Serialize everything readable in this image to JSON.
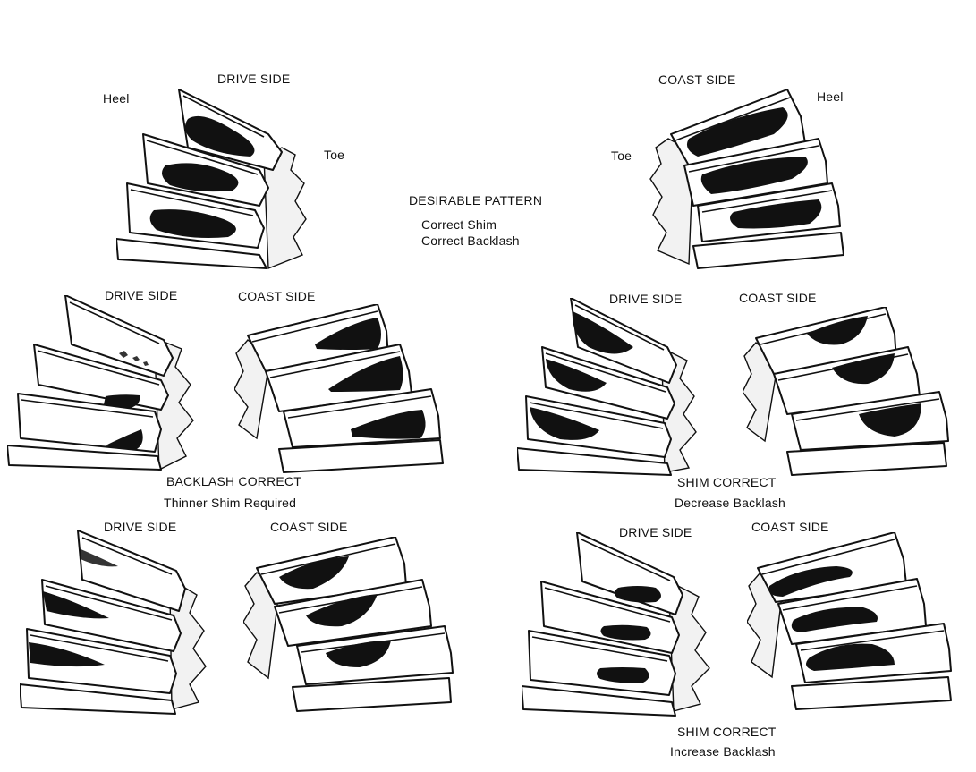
{
  "desirable": {
    "drive_title": "DRIVE SIDE",
    "coast_title": "COAST SIDE",
    "heel_left": "Heel",
    "toe_left": "Toe",
    "toe_right": "Toe",
    "heel_right": "Heel",
    "caption_title": "DESIRABLE PATTERN",
    "caption_line1": "Correct Shim",
    "caption_line2": "Correct Backlash"
  },
  "panel_backlash_correct": {
    "drive_title": "DRIVE SIDE",
    "coast_title": "COAST SIDE",
    "caption_title": "BACKLASH CORRECT",
    "caption_sub": "Thinner Shim Required"
  },
  "panel_shim_decrease": {
    "drive_title": "DRIVE SIDE",
    "coast_title": "COAST SIDE",
    "caption_title": "SHIM CORRECT",
    "caption_sub": "Decrease Backlash"
  },
  "panel_bottom_left": {
    "drive_title": "DRIVE SIDE",
    "coast_title": "COAST SIDE"
  },
  "panel_shim_increase": {
    "drive_title": "DRIVE SIDE",
    "coast_title": "COAST SIDE",
    "caption_title": "SHIM CORRECT",
    "caption_sub": "Increase Backlash"
  }
}
